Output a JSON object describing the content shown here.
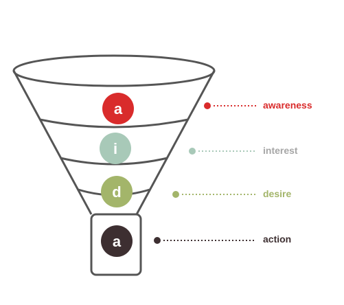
{
  "stages": [
    {
      "letter": "a",
      "label": "awareness",
      "color": "#d92b2b",
      "label_color": "#d92b2b",
      "letter_color": "#ffffff"
    },
    {
      "letter": "i",
      "label": "interest",
      "color": "#a8c9b8",
      "label_color": "#a6a6a6",
      "letter_color": "#ffffff"
    },
    {
      "letter": "d",
      "label": "desire",
      "color": "#a3b56a",
      "label_color": "#a3b56a",
      "letter_color": "#ffffff"
    },
    {
      "letter": "a",
      "label": "action",
      "color": "#3d2f31",
      "label_color": "#3d2f31",
      "letter_color": "#ffffff"
    }
  ],
  "funnel_color": "#555555"
}
